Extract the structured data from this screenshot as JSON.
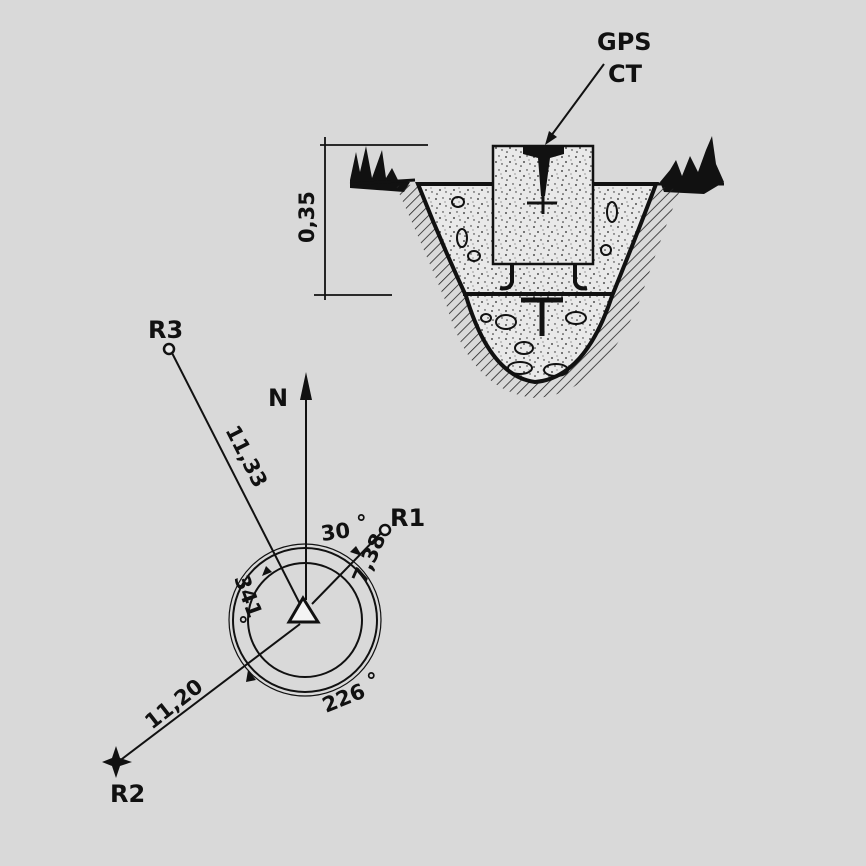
{
  "monument": {
    "label_line1": "GPS",
    "label_line2": "CT",
    "depth": "0,35"
  },
  "sketch": {
    "north": "N",
    "r1": {
      "name": "R1",
      "distance": "7,38",
      "angle": "30"
    },
    "r2": {
      "name": "R2",
      "distance": "11,20",
      "angle": "226"
    },
    "r3": {
      "name": "R3",
      "distance": "11,33",
      "angle": "341"
    },
    "degree_symbol": "°"
  },
  "colors": {
    "ink": "#111111",
    "background": "#d9d9d9",
    "concrete": "#e6e6e6"
  }
}
